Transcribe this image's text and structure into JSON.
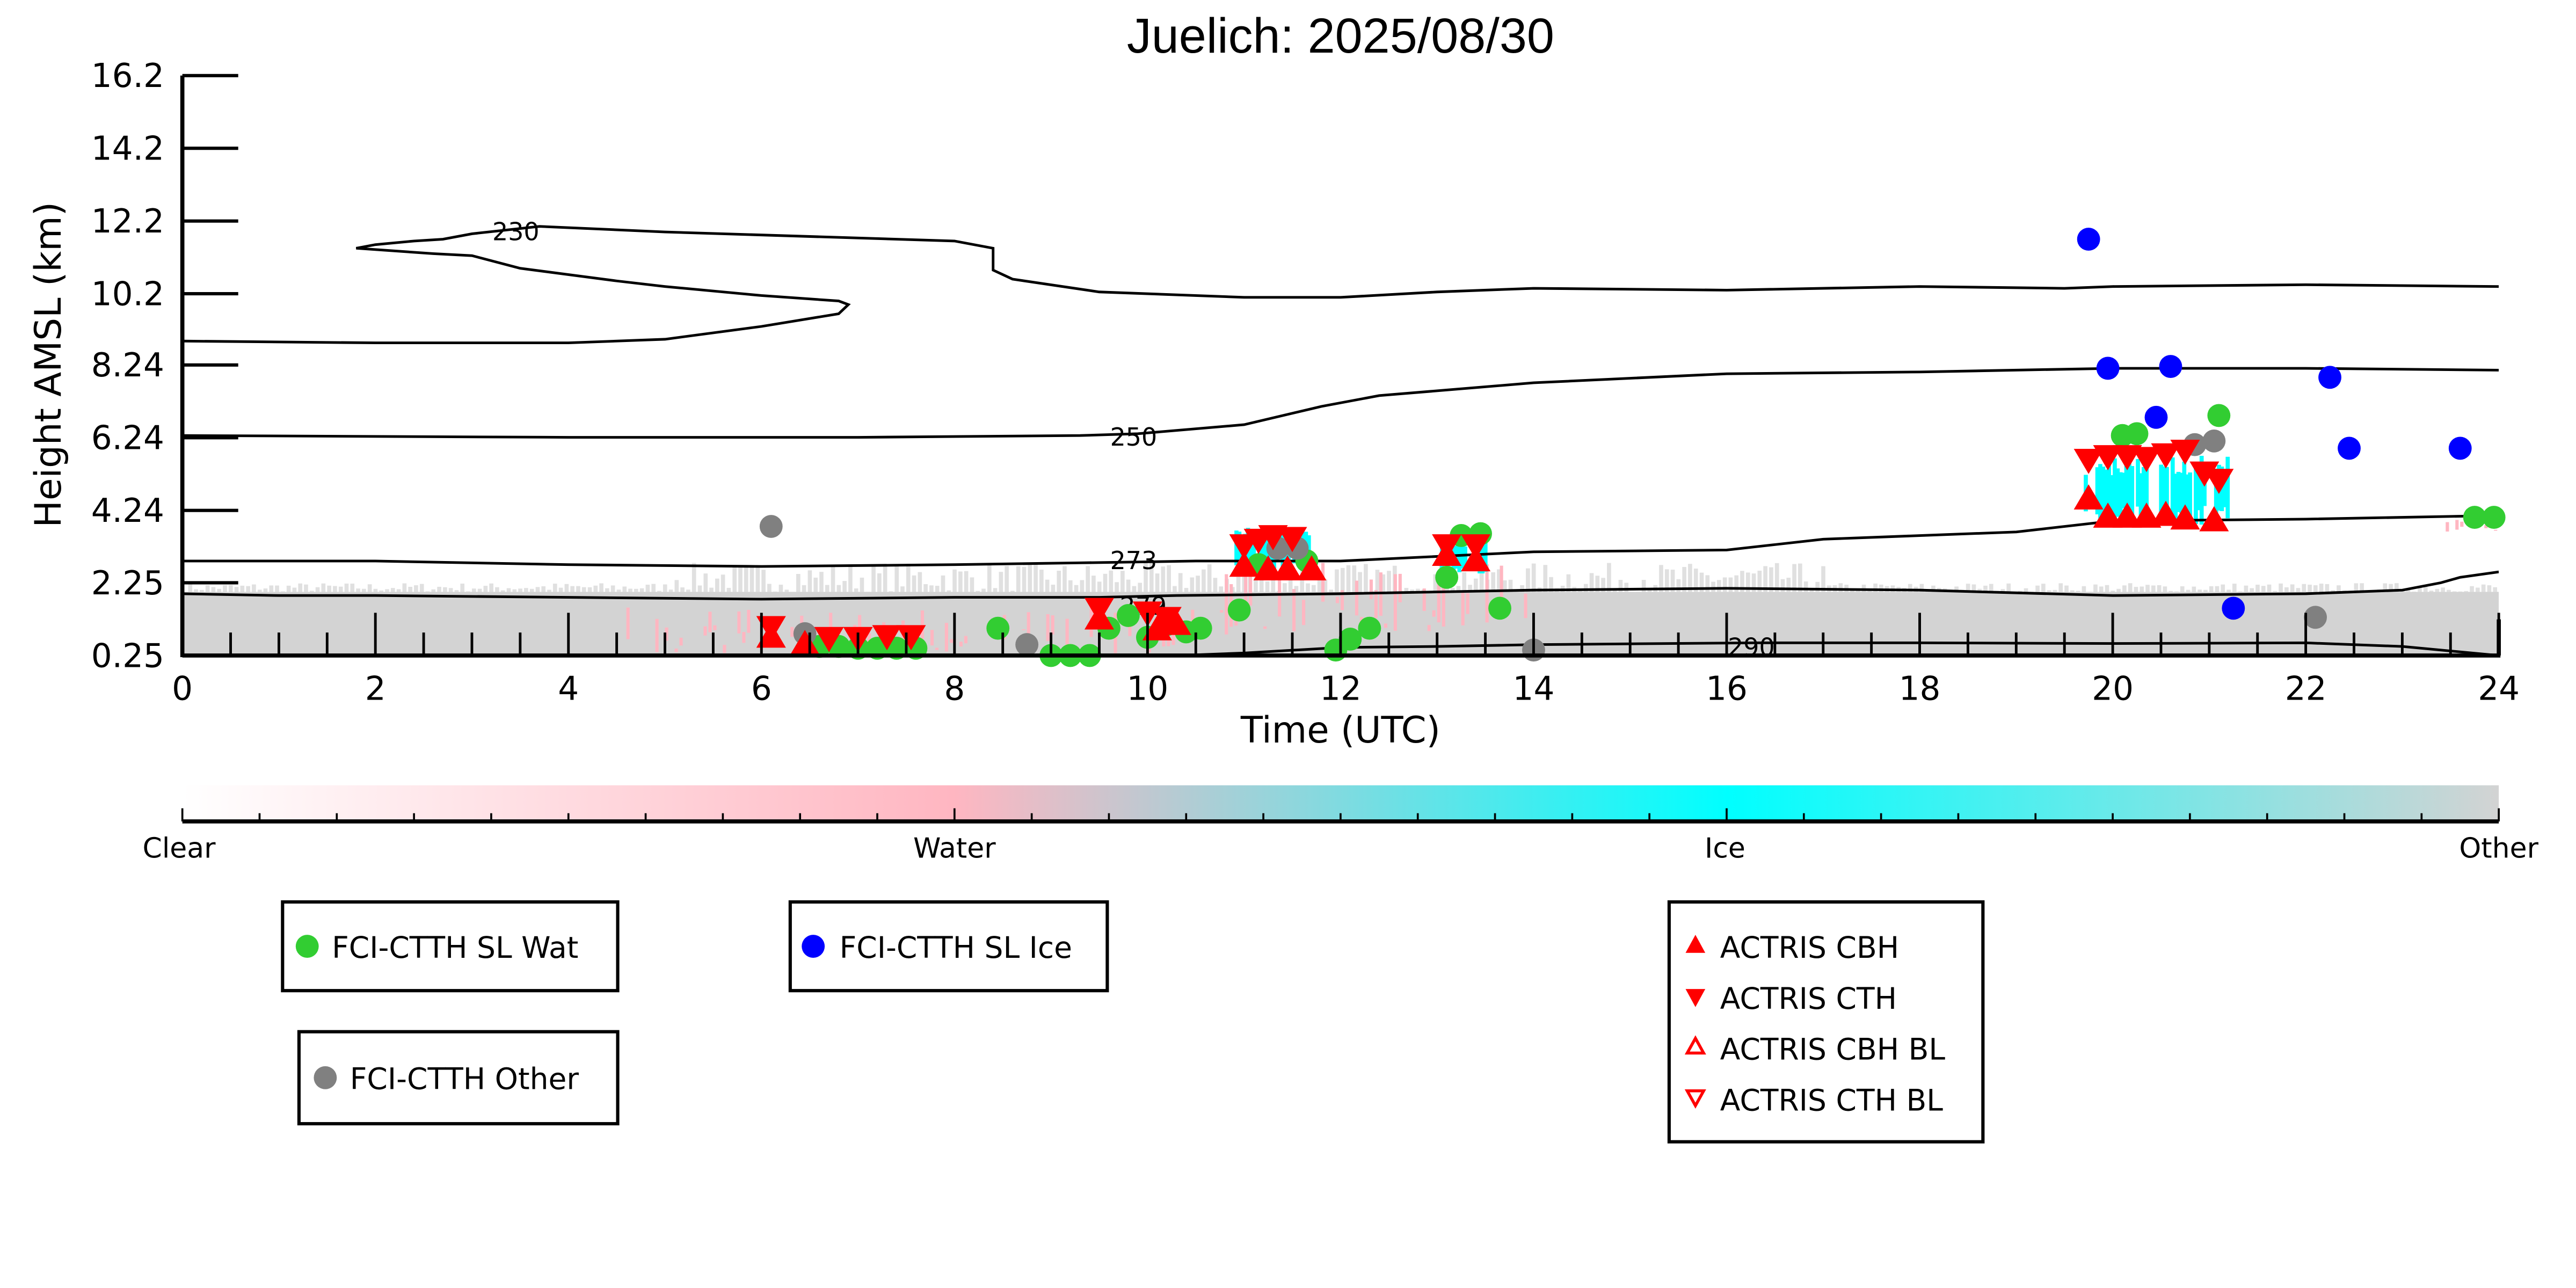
{
  "chart_data": {
    "type": "scatter",
    "title": "Juelich: 2025/08/30",
    "xlabel": "Time (UTC)",
    "ylabel": "Height AMSL (km)",
    "xlim": [
      0,
      24
    ],
    "ylim": [
      0.25,
      16.2
    ],
    "x_ticks": [
      0,
      2,
      4,
      6,
      8,
      10,
      12,
      14,
      16,
      18,
      20,
      22,
      24
    ],
    "x_tick_labels": [
      "0",
      "2",
      "4",
      "6",
      "8",
      "10",
      "12",
      "14",
      "16",
      "18",
      "20",
      "22",
      "24"
    ],
    "y_ticks": [
      0.25,
      2.25,
      4.24,
      6.24,
      8.24,
      10.2,
      12.2,
      14.2,
      16.2
    ],
    "y_tick_labels": [
      "0.25",
      "2.25",
      "4.24",
      "6.24",
      "8.24",
      "10.2",
      "12.2",
      "14.2",
      "16.2"
    ],
    "grid": false,
    "background_classification": {
      "description": "Cloudnet-style target classification curtain",
      "boundary_layer_other_top_km": 2.0,
      "ice_regions": [
        {
          "t0": 10.9,
          "t1": 11.7,
          "h0": 2.6,
          "h1": 3.8
        },
        {
          "t0": 13.0,
          "t1": 13.5,
          "h0": 2.5,
          "h1": 3.4
        },
        {
          "t0": 19.7,
          "t1": 21.2,
          "h0": 3.8,
          "h1": 5.8
        }
      ],
      "water_regions": [
        {
          "t0": 4.6,
          "t1": 10.6,
          "h0": 0.3,
          "h1": 1.6
        },
        {
          "t0": 10.6,
          "t1": 14.0,
          "h0": 0.8,
          "h1": 2.8
        },
        {
          "t0": 23.3,
          "t1": 24.0,
          "h0": 3.6,
          "h1": 4.0
        }
      ]
    },
    "contours": [
      {
        "label": "230",
        "label_pos": [
          3.2,
          11.9
        ],
        "points": [
          [
            0,
            8.9
          ],
          [
            2,
            8.85
          ],
          [
            4,
            8.85
          ],
          [
            5,
            8.95
          ],
          [
            6,
            9.3
          ],
          [
            6.8,
            9.65
          ],
          [
            6.9,
            9.9
          ],
          [
            6.8,
            10.0
          ],
          [
            6,
            10.15
          ],
          [
            5,
            10.4
          ],
          [
            4.5,
            10.55
          ],
          [
            3.5,
            10.9
          ],
          [
            3,
            11.25
          ],
          [
            2.6,
            11.3
          ],
          [
            1.8,
            11.45
          ],
          [
            2,
            11.55
          ],
          [
            2.4,
            11.65
          ],
          [
            2.7,
            11.7
          ],
          [
            3,
            11.85
          ],
          [
            3.7,
            12.05
          ],
          [
            5,
            11.9
          ],
          [
            8,
            11.65
          ],
          [
            8.4,
            11.45
          ],
          [
            8.4,
            10.85
          ],
          [
            8.6,
            10.6
          ],
          [
            9.5,
            10.25
          ],
          [
            11,
            10.1
          ],
          [
            12,
            10.1
          ],
          [
            13,
            10.25
          ],
          [
            14,
            10.35
          ],
          [
            16,
            10.3
          ],
          [
            18,
            10.4
          ],
          [
            19.5,
            10.35
          ],
          [
            20,
            10.4
          ],
          [
            22,
            10.45
          ],
          [
            24,
            10.4
          ]
        ]
      },
      {
        "label": "250",
        "label_pos": [
          9.6,
          6.25
        ],
        "points": [
          [
            0,
            6.3
          ],
          [
            4,
            6.25
          ],
          [
            7,
            6.25
          ],
          [
            9.3,
            6.3
          ],
          [
            9.9,
            6.35
          ],
          [
            11,
            6.6
          ],
          [
            11.8,
            7.1
          ],
          [
            12.4,
            7.4
          ],
          [
            14,
            7.75
          ],
          [
            16,
            8.0
          ],
          [
            18,
            8.05
          ],
          [
            20,
            8.15
          ],
          [
            22,
            8.15
          ],
          [
            24,
            8.1
          ]
        ]
      },
      {
        "label": "273",
        "label_pos": [
          9.6,
          2.85
        ],
        "points": [
          [
            0,
            2.85
          ],
          [
            2,
            2.85
          ],
          [
            4,
            2.75
          ],
          [
            6,
            2.7
          ],
          [
            8,
            2.75
          ],
          [
            9.3,
            2.8
          ],
          [
            10.5,
            2.85
          ],
          [
            12,
            2.85
          ],
          [
            14,
            3.1
          ],
          [
            16,
            3.15
          ],
          [
            16.5,
            3.3
          ],
          [
            17,
            3.45
          ],
          [
            18,
            3.55
          ],
          [
            19,
            3.65
          ],
          [
            20,
            3.95
          ],
          [
            22,
            4.0
          ],
          [
            24,
            4.1
          ]
        ]
      },
      {
        "label": "279",
        "label_pos": [
          9.7,
          1.6
        ],
        "points": [
          [
            0,
            1.95
          ],
          [
            1,
            1.9
          ],
          [
            2,
            1.9
          ],
          [
            4,
            1.85
          ],
          [
            6,
            1.8
          ],
          [
            8,
            1.85
          ],
          [
            9.5,
            1.85
          ],
          [
            10.3,
            1.9
          ],
          [
            12,
            1.95
          ],
          [
            14,
            2.05
          ],
          [
            16,
            2.1
          ],
          [
            18,
            2.05
          ],
          [
            20,
            1.9
          ],
          [
            22,
            1.95
          ],
          [
            23,
            2.05
          ],
          [
            23.4,
            2.25
          ],
          [
            23.6,
            2.4
          ],
          [
            24,
            2.55
          ]
        ]
      },
      {
        "label": "290",
        "label_pos": [
          16.0,
          0.47
        ],
        "points": [
          [
            10.5,
            0.27
          ],
          [
            11,
            0.32
          ],
          [
            12,
            0.47
          ],
          [
            13,
            0.5
          ],
          [
            14,
            0.55
          ],
          [
            15,
            0.57
          ],
          [
            16.3,
            0.6
          ],
          [
            18,
            0.6
          ],
          [
            20,
            0.58
          ],
          [
            22,
            0.6
          ],
          [
            23,
            0.5
          ],
          [
            23.6,
            0.35
          ],
          [
            24,
            0.25
          ]
        ]
      }
    ],
    "series": [
      {
        "name": "FCI-CTTH SL Wat",
        "marker": "circle",
        "color": "#32CD32",
        "points": [
          [
            6.6,
            0.5
          ],
          [
            6.8,
            0.5
          ],
          [
            7.0,
            0.45
          ],
          [
            7.2,
            0.45
          ],
          [
            7.4,
            0.45
          ],
          [
            7.6,
            0.45
          ],
          [
            8.45,
            1.0
          ],
          [
            9.0,
            0.25
          ],
          [
            9.2,
            0.25
          ],
          [
            9.4,
            0.25
          ],
          [
            9.6,
            1.0
          ],
          [
            9.8,
            1.35
          ],
          [
            10.0,
            0.75
          ],
          [
            10.2,
            1.1
          ],
          [
            10.4,
            0.9
          ],
          [
            10.55,
            1.0
          ],
          [
            10.95,
            1.5
          ],
          [
            11.15,
            2.75
          ],
          [
            11.65,
            2.85
          ],
          [
            11.95,
            0.4
          ],
          [
            12.1,
            0.7
          ],
          [
            12.3,
            1.0
          ],
          [
            13.1,
            2.4
          ],
          [
            13.25,
            3.55
          ],
          [
            13.45,
            3.6
          ],
          [
            13.65,
            1.55
          ],
          [
            20.1,
            6.3
          ],
          [
            20.25,
            6.35
          ],
          [
            21.1,
            6.85
          ],
          [
            23.75,
            4.05
          ],
          [
            23.95,
            4.05
          ]
        ]
      },
      {
        "name": "FCI-CTTH SL Ice",
        "marker": "circle",
        "color": "#0000FF",
        "points": [
          [
            19.75,
            11.7
          ],
          [
            19.95,
            8.15
          ],
          [
            20.6,
            8.2
          ],
          [
            20.45,
            6.8
          ],
          [
            22.25,
            7.9
          ],
          [
            22.45,
            5.95
          ],
          [
            23.6,
            5.95
          ],
          [
            21.25,
            1.55
          ]
        ]
      },
      {
        "name": "FCI-CTTH Other",
        "marker": "circle",
        "color": "#808080",
        "points": [
          [
            6.1,
            3.8
          ],
          [
            6.45,
            0.85
          ],
          [
            8.75,
            0.55
          ],
          [
            11.35,
            3.2
          ],
          [
            11.55,
            3.2
          ],
          [
            14.0,
            0.4
          ],
          [
            20.85,
            6.05
          ],
          [
            21.05,
            6.15
          ],
          [
            22.1,
            1.3
          ]
        ]
      },
      {
        "name": "ACTRIS CBH",
        "marker": "triangle-up",
        "color": "#FF0000",
        "points": [
          [
            6.1,
            0.75
          ],
          [
            6.45,
            0.55
          ],
          [
            9.5,
            1.25
          ],
          [
            10.1,
            0.95
          ],
          [
            10.3,
            1.1
          ],
          [
            11.0,
            2.7
          ],
          [
            11.25,
            2.6
          ],
          [
            11.45,
            2.6
          ],
          [
            11.7,
            2.6
          ],
          [
            13.1,
            3.0
          ],
          [
            13.4,
            2.85
          ],
          [
            19.75,
            4.55
          ],
          [
            19.95,
            4.05
          ],
          [
            20.15,
            4.05
          ],
          [
            20.35,
            4.05
          ],
          [
            20.55,
            4.1
          ],
          [
            20.75,
            4.0
          ],
          [
            21.05,
            3.95
          ]
        ]
      },
      {
        "name": "ACTRIS CTH",
        "marker": "triangle-down",
        "color": "#FF0000",
        "points": [
          [
            6.1,
            1.05
          ],
          [
            6.7,
            0.75
          ],
          [
            7.0,
            0.75
          ],
          [
            7.3,
            0.8
          ],
          [
            7.55,
            0.8
          ],
          [
            9.5,
            1.55
          ],
          [
            10.0,
            1.45
          ],
          [
            10.2,
            1.3
          ],
          [
            11.0,
            3.3
          ],
          [
            11.3,
            3.55
          ],
          [
            11.5,
            3.5
          ],
          [
            11.15,
            3.45
          ],
          [
            13.1,
            3.3
          ],
          [
            13.4,
            3.3
          ],
          [
            19.75,
            5.65
          ],
          [
            19.95,
            5.75
          ],
          [
            20.15,
            5.75
          ],
          [
            20.35,
            5.7
          ],
          [
            20.55,
            5.8
          ],
          [
            20.75,
            5.9
          ],
          [
            20.95,
            5.3
          ],
          [
            21.1,
            5.1
          ]
        ]
      },
      {
        "name": "ACTRIS CBH BL",
        "marker": "triangle-up-open",
        "color": "#FF0000",
        "points": []
      },
      {
        "name": "ACTRIS CTH BL",
        "marker": "triangle-down-open",
        "color": "#FF0000",
        "points": []
      }
    ],
    "colorbar": {
      "labels": [
        "Clear",
        "Water",
        "Ice",
        "Other"
      ],
      "colors": [
        "#FFFFFF",
        "#FFB6C1",
        "#00FFFF",
        "#D3D3D3"
      ],
      "minor_ticks": 30
    },
    "legends": [
      {
        "position": "bottom-left",
        "items": [
          "FCI-CTTH SL Wat"
        ]
      },
      {
        "position": "bottom-center-left",
        "items": [
          "FCI-CTTH SL Ice"
        ]
      },
      {
        "position": "bottom-left-lower",
        "items": [
          "FCI-CTTH Other"
        ]
      },
      {
        "position": "bottom-center-right",
        "items": [
          "ACTRIS CBH",
          "ACTRIS CTH",
          "ACTRIS CBH BL",
          "ACTRIS CTH BL"
        ]
      }
    ]
  }
}
